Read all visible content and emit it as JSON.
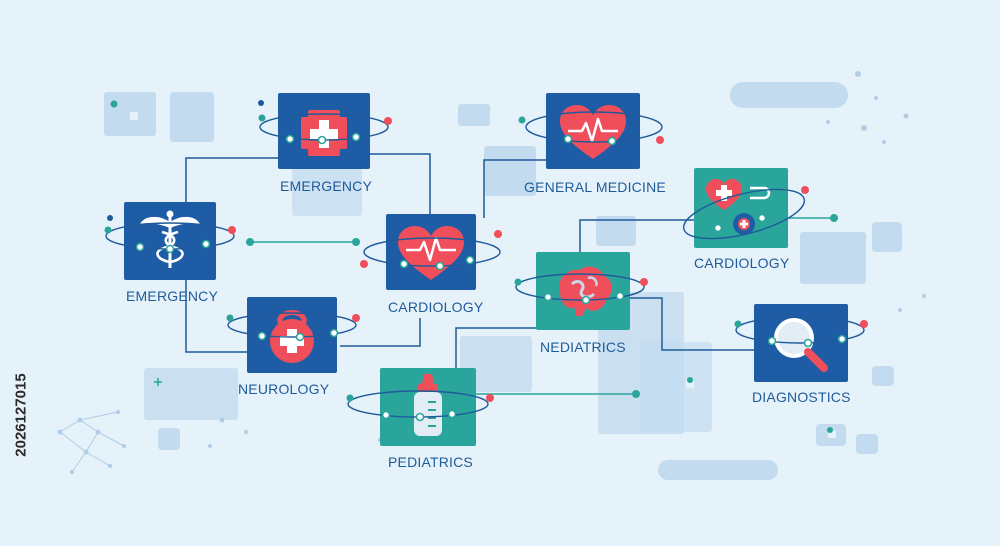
{
  "colors": {
    "background": "#e6f2fa",
    "tile_blue": "#1e5ca6",
    "tile_teal": "#2aa59c",
    "accent_red": "#ef4e5a",
    "connector": "#1f5b9a",
    "label": "#1f5b9a",
    "deco": "#c3dbef"
  },
  "nodes": [
    {
      "key": "emergency_top",
      "label": "EMERGENCY",
      "icon": "medical-cross-icon"
    },
    {
      "key": "emergency_left",
      "label": "EMERGENCY",
      "icon": "caduceus-icon"
    },
    {
      "key": "cardiology_center",
      "label": "CARDIOLOGY",
      "icon": "heart-pulse-icon"
    },
    {
      "key": "general_medicine",
      "label": "GENERAL MEDICINE",
      "icon": "heart-pulse-icon"
    },
    {
      "key": "neurology",
      "label": "NEUROLOGY",
      "icon": "kettlebell-icon"
    },
    {
      "key": "nediatrics",
      "label": "NEDIATRICS",
      "icon": "brain-icon"
    },
    {
      "key": "cardiology_right",
      "label": "CARDIOLOGY",
      "icon": "heart-pills-icon"
    },
    {
      "key": "pediatrics",
      "label": "PEDIATRICS",
      "icon": "baby-bottle-icon"
    },
    {
      "key": "diagnostics",
      "label": "DIAGNOSTICS",
      "icon": "magnifier-icon"
    }
  ],
  "watermark": "2026127015"
}
